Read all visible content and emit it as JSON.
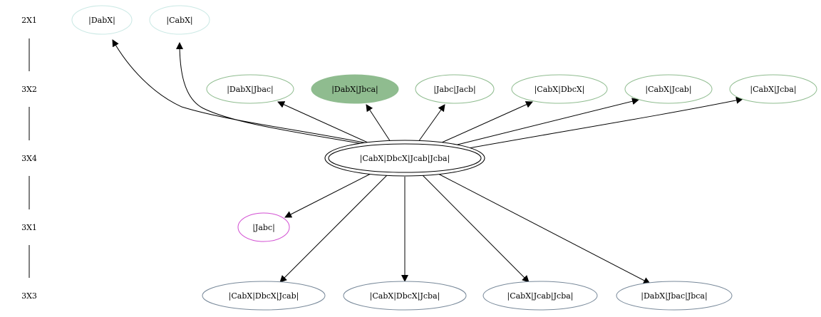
{
  "rank_labels": {
    "r1": "2X1",
    "r2": "3X2",
    "r3": "3X4",
    "r4": "3X1",
    "r5": "3X3"
  },
  "nodes": {
    "n_dabx": "|DabX|",
    "n_cabx": "|CabX|",
    "n_dabx_jbac": "|DabX|Jbac|",
    "n_dabx_jbca": "|DabX|Jbca|",
    "n_jabc_jacb": "|Jabc|Jacb|",
    "n_cabx_dbcx": "|CabX|DbcX|",
    "n_cabx_jcab": "|CabX|Jcab|",
    "n_cabx_jcba": "|CabX|Jcba|",
    "n_center": "|CabX|DbcX|Jcab|Jcba|",
    "n_jabc": "|Jabc|",
    "n_b1": "|CabX|DbcX|Jcab|",
    "n_b2": "|CabX|DbcX|Jcba|",
    "n_b3": "|CabX|Jcab|Jcba|",
    "n_b4": "|DabX|Jbac|Jbca|"
  },
  "colors": {
    "rank1_stroke": "#c9e8e4",
    "rank2_stroke": "#8fbc8f",
    "highlight_fill": "#8fbc8f",
    "pink_stroke": "#d24ed2",
    "bottom_stroke": "#778899",
    "edge": "#000000"
  }
}
